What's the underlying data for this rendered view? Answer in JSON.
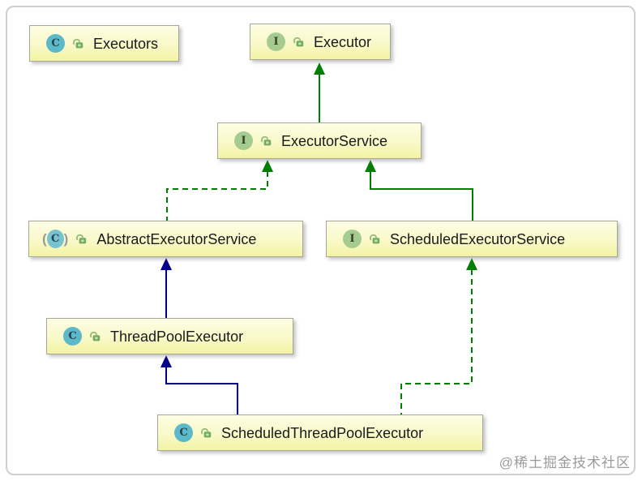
{
  "diagram": {
    "nodes": [
      {
        "id": "executors",
        "label": "Executors",
        "kind": "class",
        "icon": "class-icon",
        "visibility": "public"
      },
      {
        "id": "executor",
        "label": "Executor",
        "kind": "interface",
        "icon": "interface-icon",
        "visibility": "public"
      },
      {
        "id": "executor_service",
        "label": "ExecutorService",
        "kind": "interface",
        "icon": "interface-icon",
        "visibility": "public"
      },
      {
        "id": "abstract_executor_service",
        "label": "AbstractExecutorService",
        "kind": "abstract-class",
        "icon": "abstract-class-icon",
        "visibility": "public"
      },
      {
        "id": "scheduled_executor_service",
        "label": "ScheduledExecutorService",
        "kind": "interface",
        "icon": "interface-icon",
        "visibility": "public"
      },
      {
        "id": "thread_pool_executor",
        "label": "ThreadPoolExecutor",
        "kind": "class",
        "icon": "class-icon",
        "visibility": "public"
      },
      {
        "id": "scheduled_thread_pool_executor",
        "label": "ScheduledThreadPoolExecutor",
        "kind": "class",
        "icon": "class-icon",
        "visibility": "public"
      }
    ],
    "edges": [
      {
        "from": "ExecutorService",
        "to": "Executor",
        "relation": "extends",
        "line": "solid",
        "color": "#008000"
      },
      {
        "from": "AbstractExecutorService",
        "to": "ExecutorService",
        "relation": "implements",
        "line": "dashed",
        "color": "#008000"
      },
      {
        "from": "ScheduledExecutorService",
        "to": "ExecutorService",
        "relation": "extends",
        "line": "solid",
        "color": "#008000"
      },
      {
        "from": "ThreadPoolExecutor",
        "to": "AbstractExecutorService",
        "relation": "extends",
        "line": "solid",
        "color": "#00008b"
      },
      {
        "from": "ScheduledThreadPoolExecutor",
        "to": "ThreadPoolExecutor",
        "relation": "extends",
        "line": "solid",
        "color": "#00008b"
      },
      {
        "from": "ScheduledThreadPoolExecutor",
        "to": "ScheduledExecutorService",
        "relation": "implements",
        "line": "dashed",
        "color": "#008000"
      }
    ],
    "icons": {
      "class_letter": "C",
      "interface_letter": "I",
      "abstract_paren_left": "(",
      "abstract_paren_right": ")",
      "visibility_icon_name": "public-open-lock-icon"
    },
    "colors": {
      "node_fill_top": "#fdfde4",
      "node_fill_bottom": "#f3f3a4",
      "node_border": "#a6a69a",
      "interface_edge_green": "#008000",
      "class_edge_navy": "#00008b",
      "class_icon_teal": "#5cb9c9",
      "interface_icon_green": "#a6cb90",
      "lock_icon_green": "#74ac5e"
    }
  },
  "watermark": "@稀土掘金技术社区"
}
